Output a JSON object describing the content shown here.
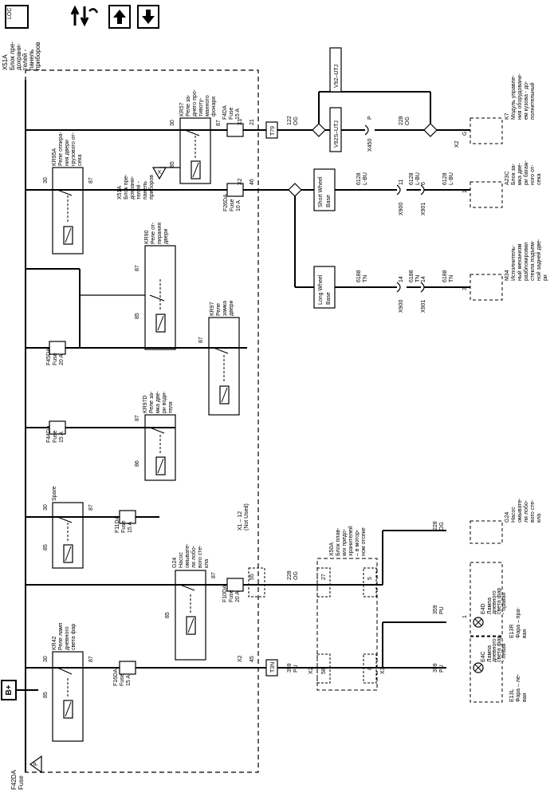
{
  "toolbar": {
    "icons": [
      "orientation-icon",
      "hierarchy-icon",
      "arrow-up-icon",
      "arrow-down-icon"
    ],
    "orientation_label": "LOC"
  },
  "power_source": "B+",
  "fuse_block": {
    "name": "X51A",
    "desc": [
      "Блок пре-",
      "дохрани-",
      "телей -",
      "панель",
      "приборов"
    ]
  },
  "left_fuse": {
    "name": "F42DA",
    "label": "Fuse",
    "pin": "P"
  },
  "fuses": [
    {
      "id": "F16DA",
      "rating": "15 A"
    },
    {
      "id": "F10DA",
      "rating": "20 A"
    },
    {
      "id": "F11DA",
      "rating": "15 A"
    },
    {
      "id": "F44DA",
      "rating": "15 A"
    },
    {
      "id": "F45DA",
      "rating": "20 A"
    },
    {
      "id": "F26DA",
      "rating": "10 A"
    },
    {
      "id": "F4DA",
      "rating": "15 A"
    }
  ],
  "fuse_word": "Fuse",
  "relays": [
    {
      "id": "KR42",
      "desc": [
        "Реле ламп",
        "дневного",
        "света фар"
      ],
      "pins": [
        "30",
        "85",
        "87"
      ]
    },
    {
      "id": "G24",
      "desc": [
        "Насос",
        "омывате-",
        "ля лобо-",
        "вого сте-",
        "кла"
      ],
      "pins": [
        "87",
        "85"
      ]
    },
    {
      "id": "Spare",
      "desc": [],
      "pins": [
        "30",
        "85",
        "87"
      ]
    },
    {
      "id": "KR97D",
      "desc": [
        "Реле за-",
        "мка две-",
        "ри води-",
        "теля"
      ],
      "pins": [
        "87",
        "86"
      ]
    },
    {
      "id": "KR97",
      "desc": [
        "Реле",
        "замка",
        "двери"
      ],
      "pins": [
        "87"
      ]
    },
    {
      "id": "KR90",
      "desc": [
        "Реле от-",
        "пирания",
        "двери"
      ],
      "pins": [
        "87",
        "85"
      ]
    },
    {
      "id": "KR95A",
      "desc": [
        "Реле отпира-",
        "ния двери",
        "грузового от-",
        "сека"
      ],
      "pins": [
        "30",
        "87"
      ]
    },
    {
      "id": "KR57",
      "desc": [
        "Реле за-",
        "днего про-",
        "тивоту-",
        "манного",
        "фонаря"
      ],
      "pins": [
        "30",
        "85",
        "87"
      ]
    }
  ],
  "x51a_inline": {
    "name": "X51A",
    "desc": [
      "Блок пре-",
      "дохрани-",
      "телей -",
      "панель",
      "приборов"
    ],
    "pin": "X"
  },
  "connectors": {
    "x1_12": "X1 – 12",
    "not_used": "(Not Used)",
    "x2": "X2",
    "x1": "X1",
    "x3": "X3",
    "pin45": "45",
    "pin55": "55",
    "pin21": "21",
    "pin46": "46",
    "pin58": "58",
    "pin27": "27",
    "pin8": "8",
    "pin5": "5"
  },
  "x50a": {
    "name": "X50A",
    "desc": [
      "Блок плав-",
      "ких предо-",
      "хранителей",
      "– в мотор-",
      "ном отсеке"
    ]
  },
  "splice_packs": [
    "T3N",
    "T79"
  ],
  "wires": {
    "w359": {
      "num": "359",
      "color": "PU"
    },
    "w228": {
      "num": "228",
      "color": "OG"
    },
    "w122": {
      "num": "122",
      "color": "OG"
    },
    "w6128": {
      "num": "6128",
      "color": "L-BU"
    },
    "w6188": {
      "num": "6188",
      "color": "TN"
    }
  },
  "options": {
    "v92": "V92–UTJ",
    "v92s": "V92S–UTJ",
    "swb": [
      "Short Wheel",
      "Base"
    ],
    "lwb": [
      "Long Wheel",
      "Base"
    ]
  },
  "inline_connectors": {
    "x450": "X450",
    "x450_pin": "P",
    "x900": "X900",
    "x901": "X901",
    "p11": "11",
    "p6": "6",
    "p14": "14"
  },
  "components": {
    "e13l": {
      "ref": "E13L",
      "desc": [
        "Фара – ле-",
        "вая"
      ],
      "lamp": "E4C",
      "lamp_desc": [
        "Лампа",
        "дневного",
        "света фар",
        "- левая"
      ],
      "pin": "1"
    },
    "e13r": {
      "ref": "E13R",
      "desc": [
        "Фара – пра-",
        "вая"
      ],
      "lamp": "E4D",
      "lamp_desc": [
        "Лампа",
        "дневного",
        "света фар",
        "- правая"
      ],
      "pin": "1"
    },
    "g24": {
      "ref": "G24",
      "desc": [
        "Насос",
        "омывате-",
        "ля лобо-",
        "вого сте-",
        "кла"
      ]
    },
    "k7": {
      "ref": "K7",
      "desc": [
        "Модуль управле-",
        "ния оборудовани-",
        "ем кузова - до-",
        "полнительный"
      ],
      "conn": "X2",
      "pin": "G"
    },
    "a23c": {
      "ref": "A23C",
      "desc": [
        "Блок за-",
        "мка две-",
        "ри багаж-",
        "ного от-",
        "сека"
      ],
      "pin": "1"
    },
    "m34": {
      "ref": "M34",
      "desc": [
        "Исполнитель-",
        "ный механизм",
        "разблокировки",
        "стекла подъем-",
        "ной задней две-",
        "ри"
      ],
      "pin": "3"
    }
  }
}
